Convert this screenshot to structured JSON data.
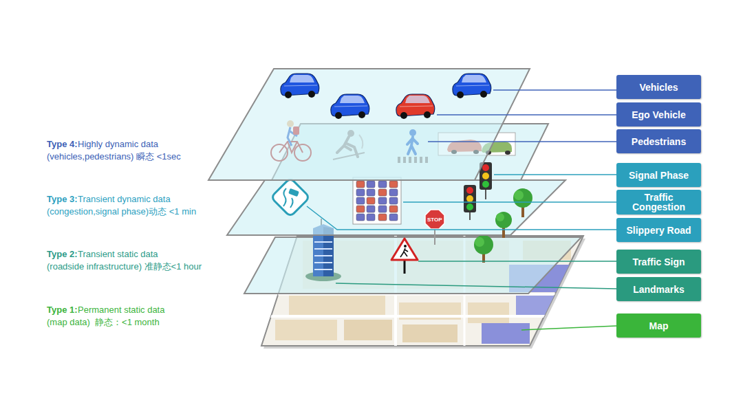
{
  "diagram": {
    "nodes": [
      {
        "text": [
          "Vehicles"
        ]
      },
      {
        "text": [
          "Ego Vehicle"
        ]
      },
      {
        "text": [
          "Pedestrians"
        ]
      },
      {
        "text": [
          "Signal Phase"
        ]
      },
      {
        "text": [
          "Traffic Congestion"
        ]
      },
      {
        "text": [
          "Slippery Road"
        ]
      },
      {
        "text": [
          "Traffic Sign"
        ]
      },
      {
        "text": [
          "Landmarks"
        ]
      },
      {
        "text": [
          "Map"
        ]
      }
    ],
    "labels": [
      "Type 4:",
      "Highly dynamic data",
      "(vehicles,pedestrians) 瞬态 <1sec",
      "Type 3:",
      "Transient dynamic data",
      "(congestion,signal phase)动态 <1 min",
      "Type 2:",
      "Transient static data",
      "(roadside infrastructure) 准静态<1 hour",
      "Type 1:",
      "Permanent static data",
      "(map data)  静态：<1 month",
      "STOP"
    ]
  }
}
